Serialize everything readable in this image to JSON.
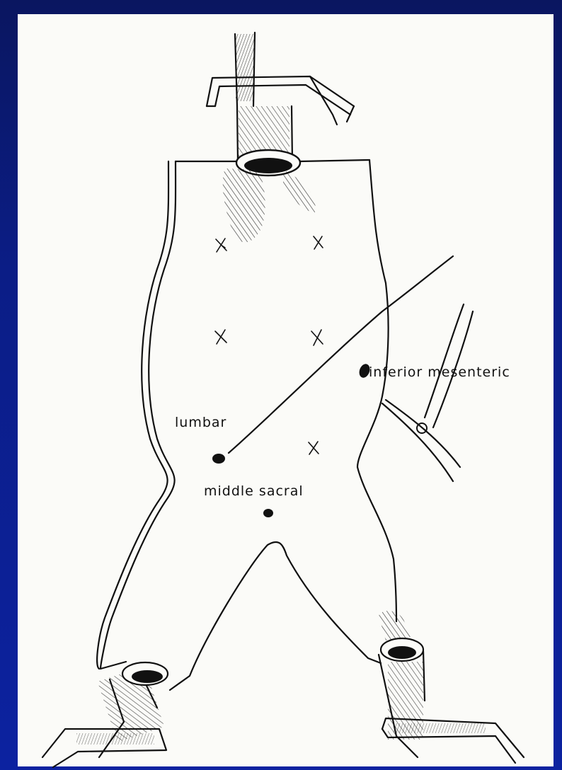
{
  "labels": {
    "inferior_mesenteric": "inferior mesenteric",
    "lumbar": "lumbar",
    "middle_sacral": "middle sacral"
  },
  "colors": {
    "background": "#0b1d86",
    "paper": "#fbfbf8",
    "ink": "#111111"
  }
}
